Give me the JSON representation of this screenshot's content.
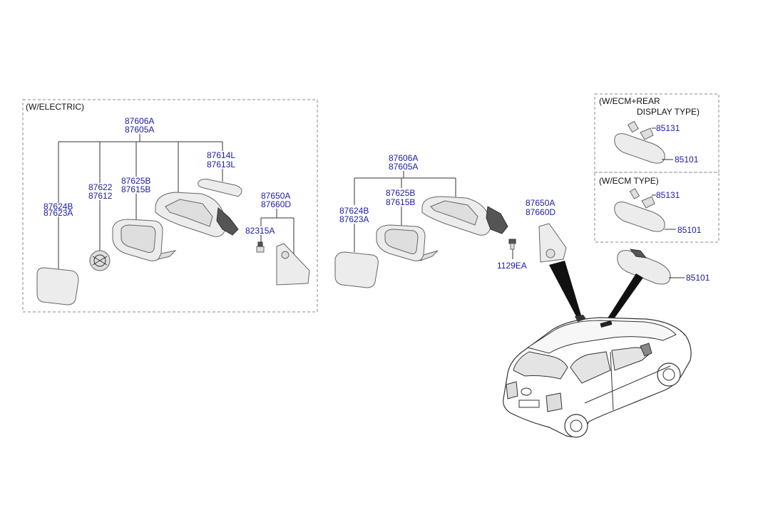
{
  "groups": {
    "electric": "(W/ELECTRIC)",
    "ecm_rear_line1": "(W/ECM+REAR",
    "ecm_rear_line2": "DISPLAY TYPE)",
    "ecm": "(W/ECM TYPE)"
  },
  "left": {
    "housing_a": "87606A",
    "housing_b": "87605A",
    "lamp_a": "87614L",
    "lamp_b": "87613L",
    "actuator_a": "87622",
    "actuator_b": "87612",
    "cover_a": "87625B",
    "cover_b": "87615B",
    "glass_a": "87624B",
    "glass_b": "87623A",
    "garnish_a": "87650A",
    "garnish_b": "87660D",
    "screw": "82315A"
  },
  "middle": {
    "housing_a": "87606A",
    "housing_b": "87605A",
    "cover_a": "87625B",
    "cover_b": "87615B",
    "glass_a": "87624B",
    "glass_b": "87623A",
    "garnish_a": "87650A",
    "garnish_b": "87660D",
    "bolt": "1129EA"
  },
  "right": {
    "rear_cover": "85131",
    "rear_mirror": "85101",
    "ecm_cover": "85131",
    "ecm_mirror": "85101",
    "mirror": "85101"
  }
}
